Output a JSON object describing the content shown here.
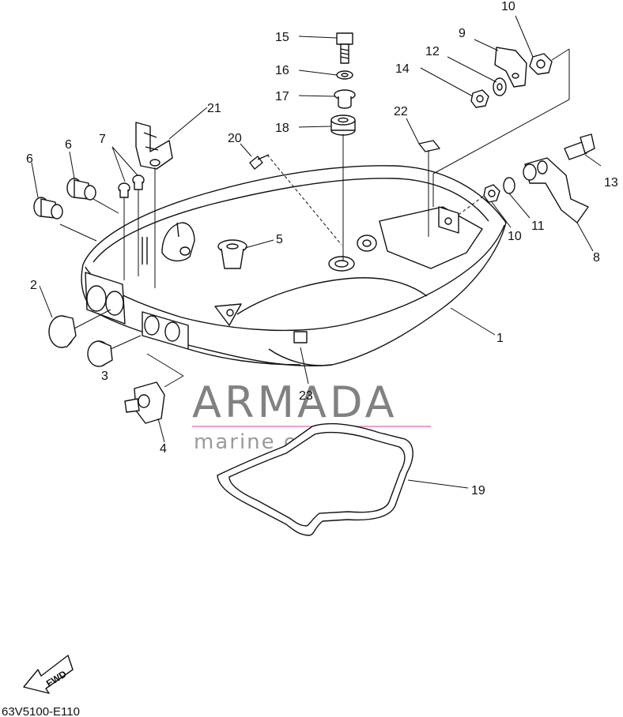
{
  "diagram": {
    "drawing_code": "63V5100-E110",
    "fwd_label": "FWD",
    "callouts": [
      "1",
      "2",
      "3",
      "4",
      "5",
      "6",
      "6",
      "7",
      "8",
      "9",
      "10",
      "10",
      "11",
      "12",
      "13",
      "14",
      "15",
      "16",
      "17",
      "18",
      "19",
      "20",
      "21",
      "22",
      "23"
    ]
  },
  "watermark": {
    "brand": "ARMADA",
    "tagline": "marine outboards",
    "brand_color": "#6b6b6b",
    "accent_color": "#e98bc4"
  }
}
